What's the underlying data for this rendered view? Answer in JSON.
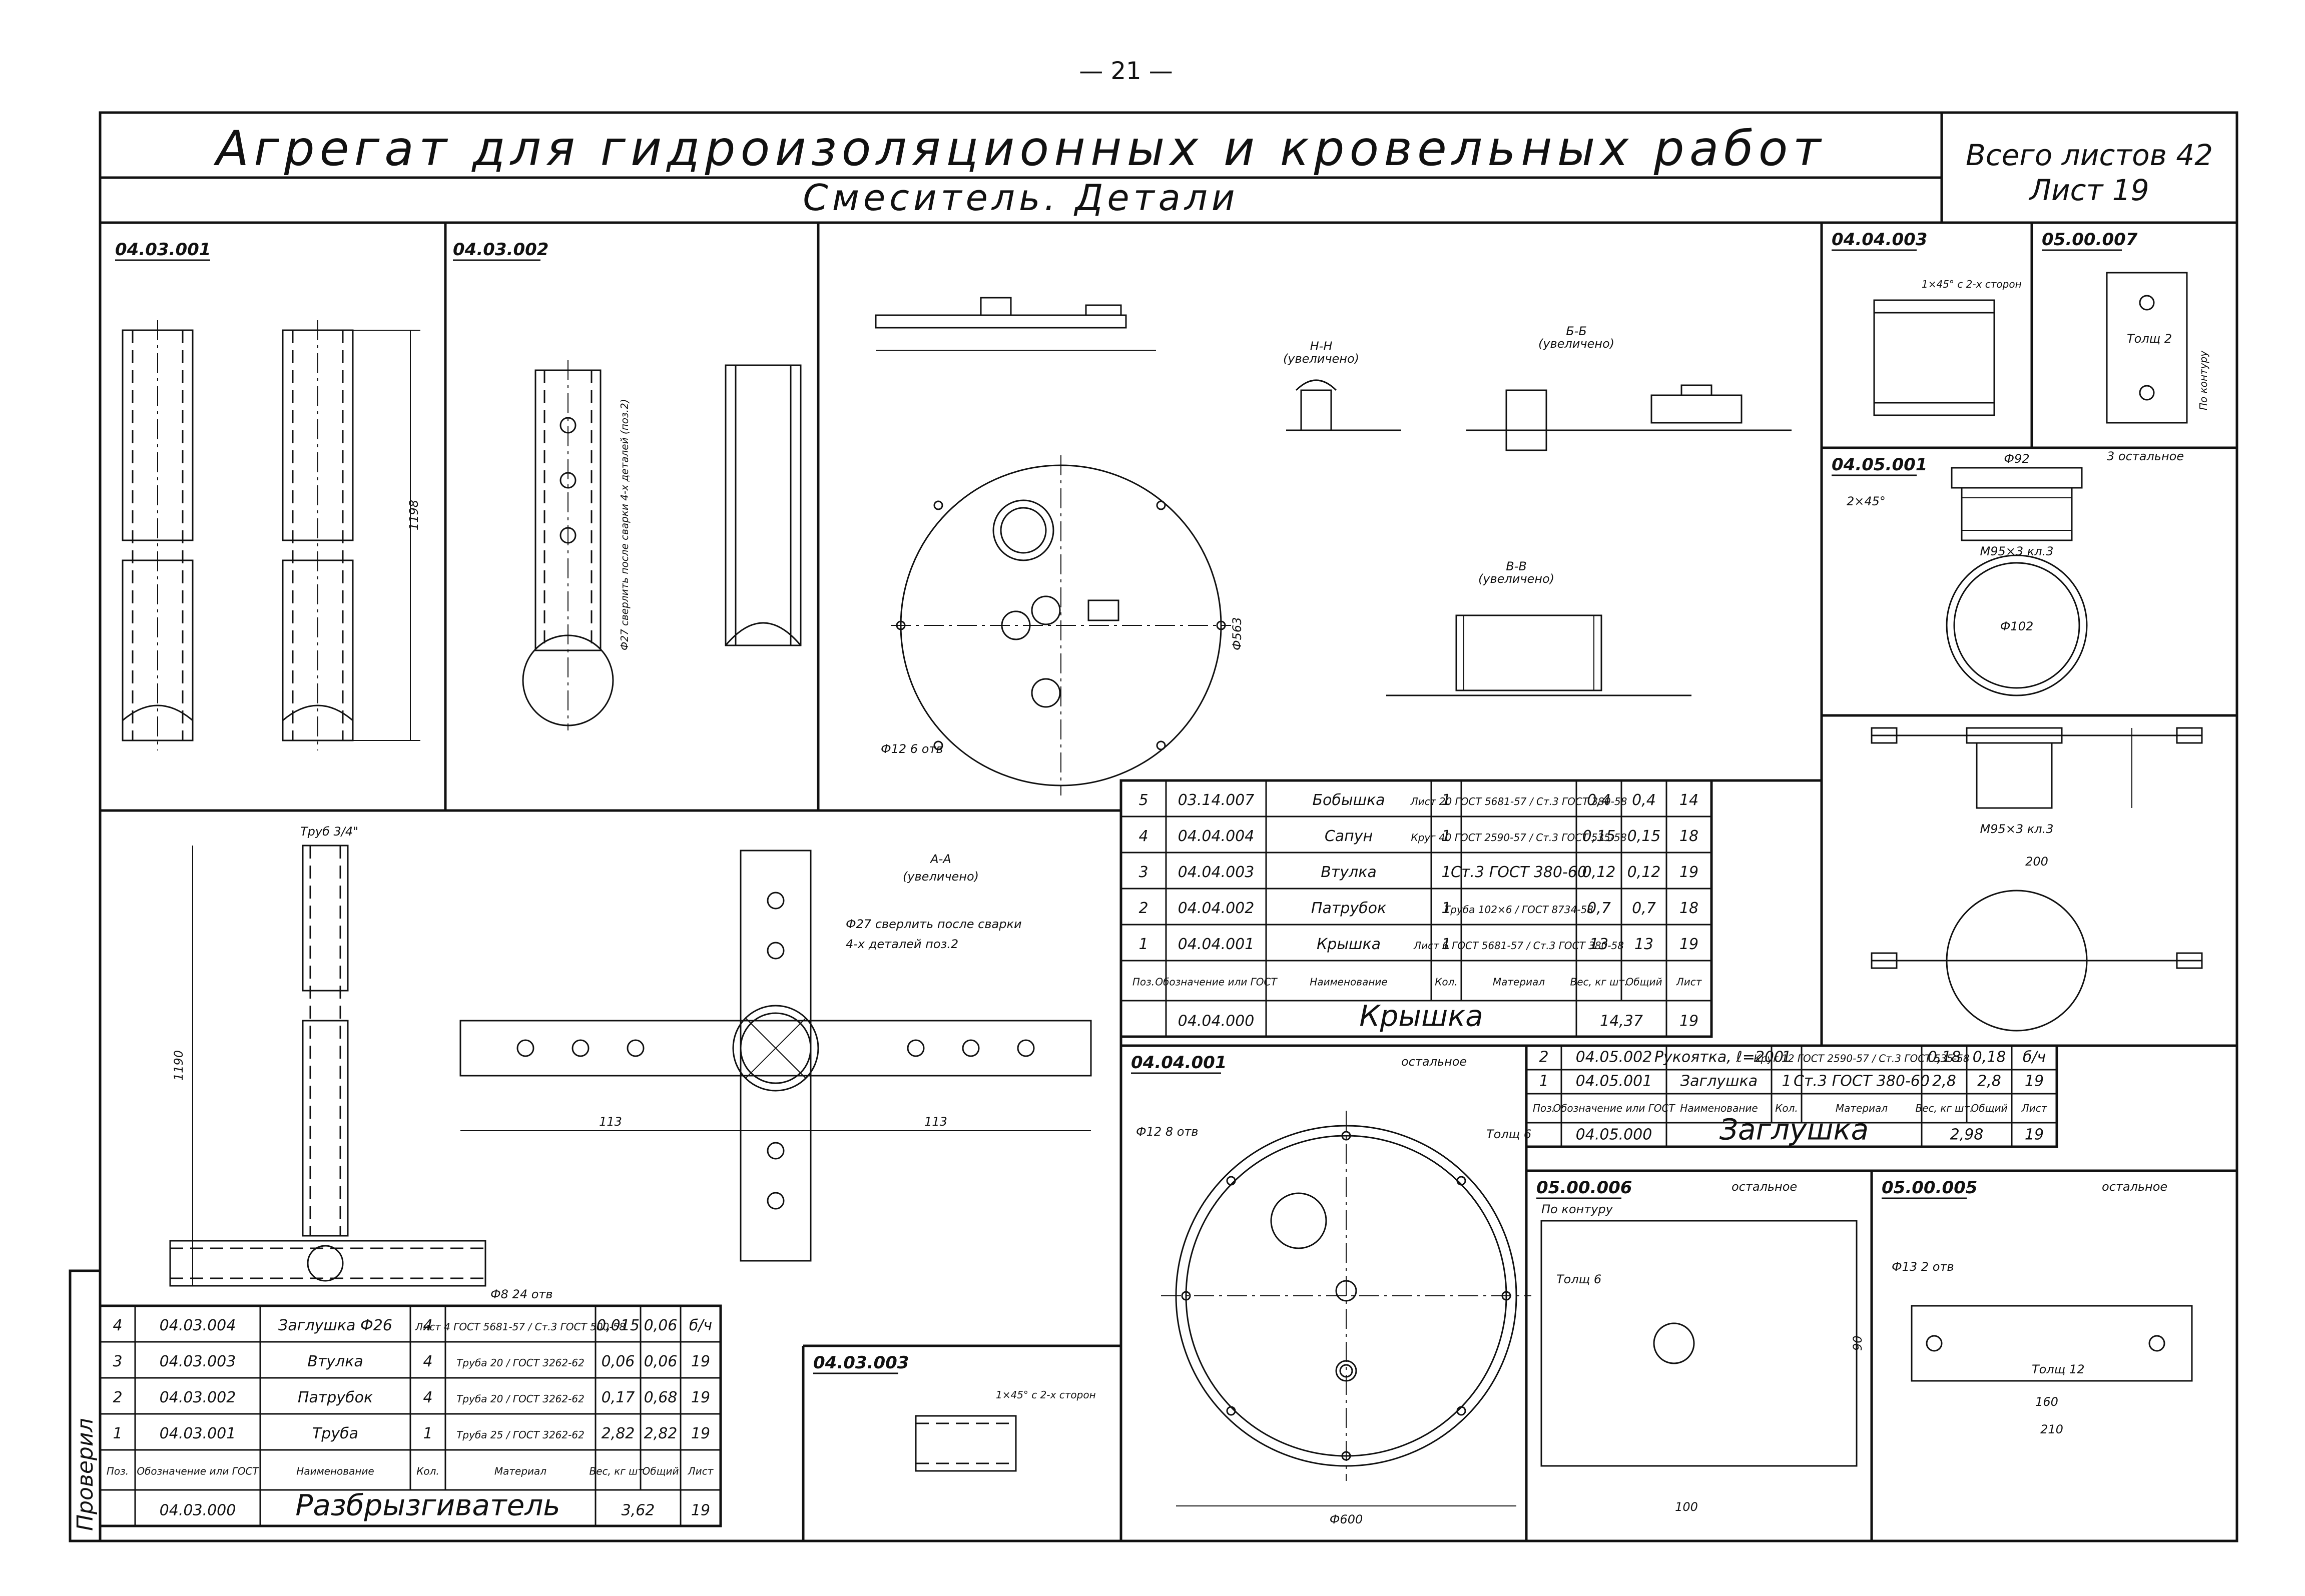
{
  "page_number": "— 21 —",
  "title": "Агрегат для гидроизоляционных и кровельных работ",
  "subtitle": "Смеситель. Детали",
  "sheets_total": "Всего листов 42",
  "sheet_number": "Лист 19",
  "stamp_label": "Проверил",
  "drawing_codes": {
    "d1": "04.03.001",
    "d2": "04.03.002",
    "d3": "04.04.003",
    "d4": "05.00.007",
    "d5": "04.05.001",
    "d6": "04.04.001",
    "d7": "04.03.003",
    "d8": "05.00.006",
    "d9": "05.00.005"
  },
  "notes": {
    "rest": "остальное",
    "rest3": "3 остальное",
    "drill_note": "Ф27 сверлить после сварки 4-х деталей (поз.2)",
    "drill_note2": "Ф27 сверлить после сварки",
    "drill_note3": "4-х деталей поз.2",
    "contour": "По контуру",
    "section_aa": "А-А",
    "section_bb": "Б-Б",
    "section_vv": "В-В",
    "section_nn": "Н-Н",
    "enlarged": "(увеличено)",
    "chamfer": "1×45° с 2-х сторон",
    "chamfer2": "2×45°",
    "thread": "М95×3 кл.3",
    "thickness6": "Толщ 6",
    "thickness12": "Толщ 12",
    "thickness2": "Толщ 2",
    "pipe34": "Труб 3/4\"",
    "holes24": "Ф8 24 отв",
    "holes6": "Ф12 6 отв",
    "holes8": "Ф12 8 отв",
    "holes2": "Ф13 2 отв",
    "dim_1198": "1198",
    "dim_1190": "1190",
    "dim_113": "113",
    "dim_563": "Ф563",
    "dim_600": "Ф600",
    "dim_102": "Ф102",
    "dim_92": "Ф92",
    "dim_200": "200",
    "dim_160": "160",
    "dim_210": "210",
    "dim_100": "100",
    "dim_90": "90"
  },
  "spec_crown": {
    "header": [
      "Поз.",
      "Обозначение или ГОСТ",
      "Наименование",
      "Кол.",
      "Материал",
      "Вес, кг шт.",
      "Общий",
      "Лист"
    ],
    "rows": [
      [
        "5",
        "03.14.007",
        "Бобышка",
        "1",
        "Лист 20 ГОСТ 5681-57 / Ст.3 ГОСТ 380-58",
        "0,4",
        "0,4",
        "14"
      ],
      [
        "4",
        "04.04.004",
        "Сапун",
        "1",
        "Круг 40 ГОСТ 2590-57 / Ст.3 ГОСТ 535-58",
        "0,15",
        "0,15",
        "18"
      ],
      [
        "3",
        "04.04.003",
        "Втулка",
        "1",
        "Ст.3 ГОСТ 380-60",
        "0,12",
        "0,12",
        "19"
      ],
      [
        "2",
        "04.04.002",
        "Патрубок",
        "1",
        "Труба 102×6 / ГОСТ 8734-58",
        "0,7",
        "0,7",
        "18"
      ],
      [
        "1",
        "04.04.001",
        "Крышка",
        "1",
        "Лист 6 ГОСТ 5681-57 / Ст.3 ГОСТ 380-58",
        "13",
        "13",
        "19"
      ]
    ],
    "assembly": [
      "04.04.000",
      "Крышка",
      "14,37",
      "19"
    ]
  },
  "spec_plug": {
    "header": [
      "Поз.",
      "Обозначение или ГОСТ",
      "Наименование",
      "Кол.",
      "Материал",
      "Вес, кг шт.",
      "Общий",
      "Лист"
    ],
    "rows": [
      [
        "2",
        "04.05.002",
        "Рукоятка, ℓ=200",
        "1",
        "Круг 12 ГОСТ 2590-57 / Ст.3 ГОСТ 535-58",
        "0,18",
        "0,18",
        "б/ч"
      ],
      [
        "1",
        "04.05.001",
        "Заглушка",
        "1",
        "Ст.3 ГОСТ 380-60",
        "2,8",
        "2,8",
        "19"
      ]
    ],
    "assembly": [
      "04.05.000",
      "Заглушка",
      "2,98",
      "19"
    ]
  },
  "spec_sprinkler": {
    "header": [
      "Поз.",
      "Обозначение или ГОСТ",
      "Наименование",
      "Кол.",
      "Материал",
      "Вес, кг шт.",
      "Общий",
      "Лист"
    ],
    "rows": [
      [
        "4",
        "04.03.004",
        "Заглушка Ф26",
        "4",
        "Лист 4 ГОСТ 5681-57 / Ст.3 ГОСТ 500-58",
        "0,015",
        "0,06",
        "б/ч"
      ],
      [
        "3",
        "04.03.003",
        "Втулка",
        "4",
        "Труба 20 / ГОСТ 3262-62",
        "0,06",
        "0,06",
        "19"
      ],
      [
        "2",
        "04.03.002",
        "Патрубок",
        "4",
        "Труба 20 / ГОСТ 3262-62",
        "0,17",
        "0,68",
        "19"
      ],
      [
        "1",
        "04.03.001",
        "Труба",
        "1",
        "Труба 25 / ГОСТ 3262-62",
        "2,82",
        "2,82",
        "19"
      ]
    ],
    "assembly": [
      "04.03.000",
      "Разбрызгиватель",
      "3,62",
      "19"
    ]
  }
}
